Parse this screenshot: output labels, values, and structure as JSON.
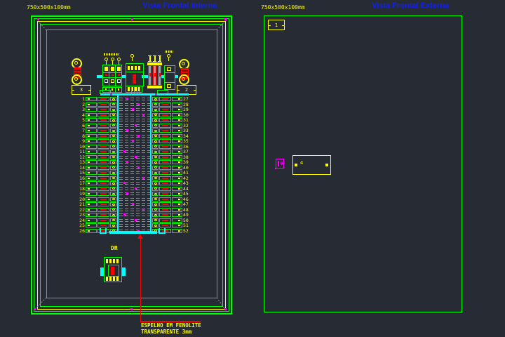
{
  "colors": {
    "background": "#262b34",
    "frame_green": "#00ff00",
    "accent_yellow": "#ffff00",
    "accent_cyan": "#00ffff",
    "accent_magenta": "#ff00ff",
    "accent_red": "#ff0000",
    "wire_gray": "#8b9098",
    "title_blue": "#1020f0"
  },
  "left_view": {
    "dimension_label": "750x500x100mm",
    "title": "Vista Frontal Interna",
    "tag_3": "3",
    "tag_2": "2",
    "dr_label": "DR",
    "note": {
      "line1": "ESPELHO EM FENOLITE",
      "line2": "TRANSPARENTE 3mm"
    },
    "terminal_strip": {
      "left_numbers": [
        1,
        2,
        3,
        4,
        5,
        6,
        7,
        8,
        9,
        10,
        11,
        12,
        13,
        14,
        15,
        16,
        17,
        18,
        19,
        20,
        21,
        22,
        23,
        24,
        25,
        26
      ],
      "right_numbers": [
        27,
        28,
        29,
        30,
        31,
        32,
        33,
        34,
        35,
        36,
        37,
        38,
        39,
        40,
        41,
        42,
        43,
        44,
        45,
        46,
        47,
        48,
        49,
        50,
        51,
        52
      ]
    }
  },
  "right_view": {
    "dimension_label": "750x500x100mm",
    "title": "Vista Frontal Externa",
    "tag_1": "1",
    "panel_4_label": "4"
  }
}
